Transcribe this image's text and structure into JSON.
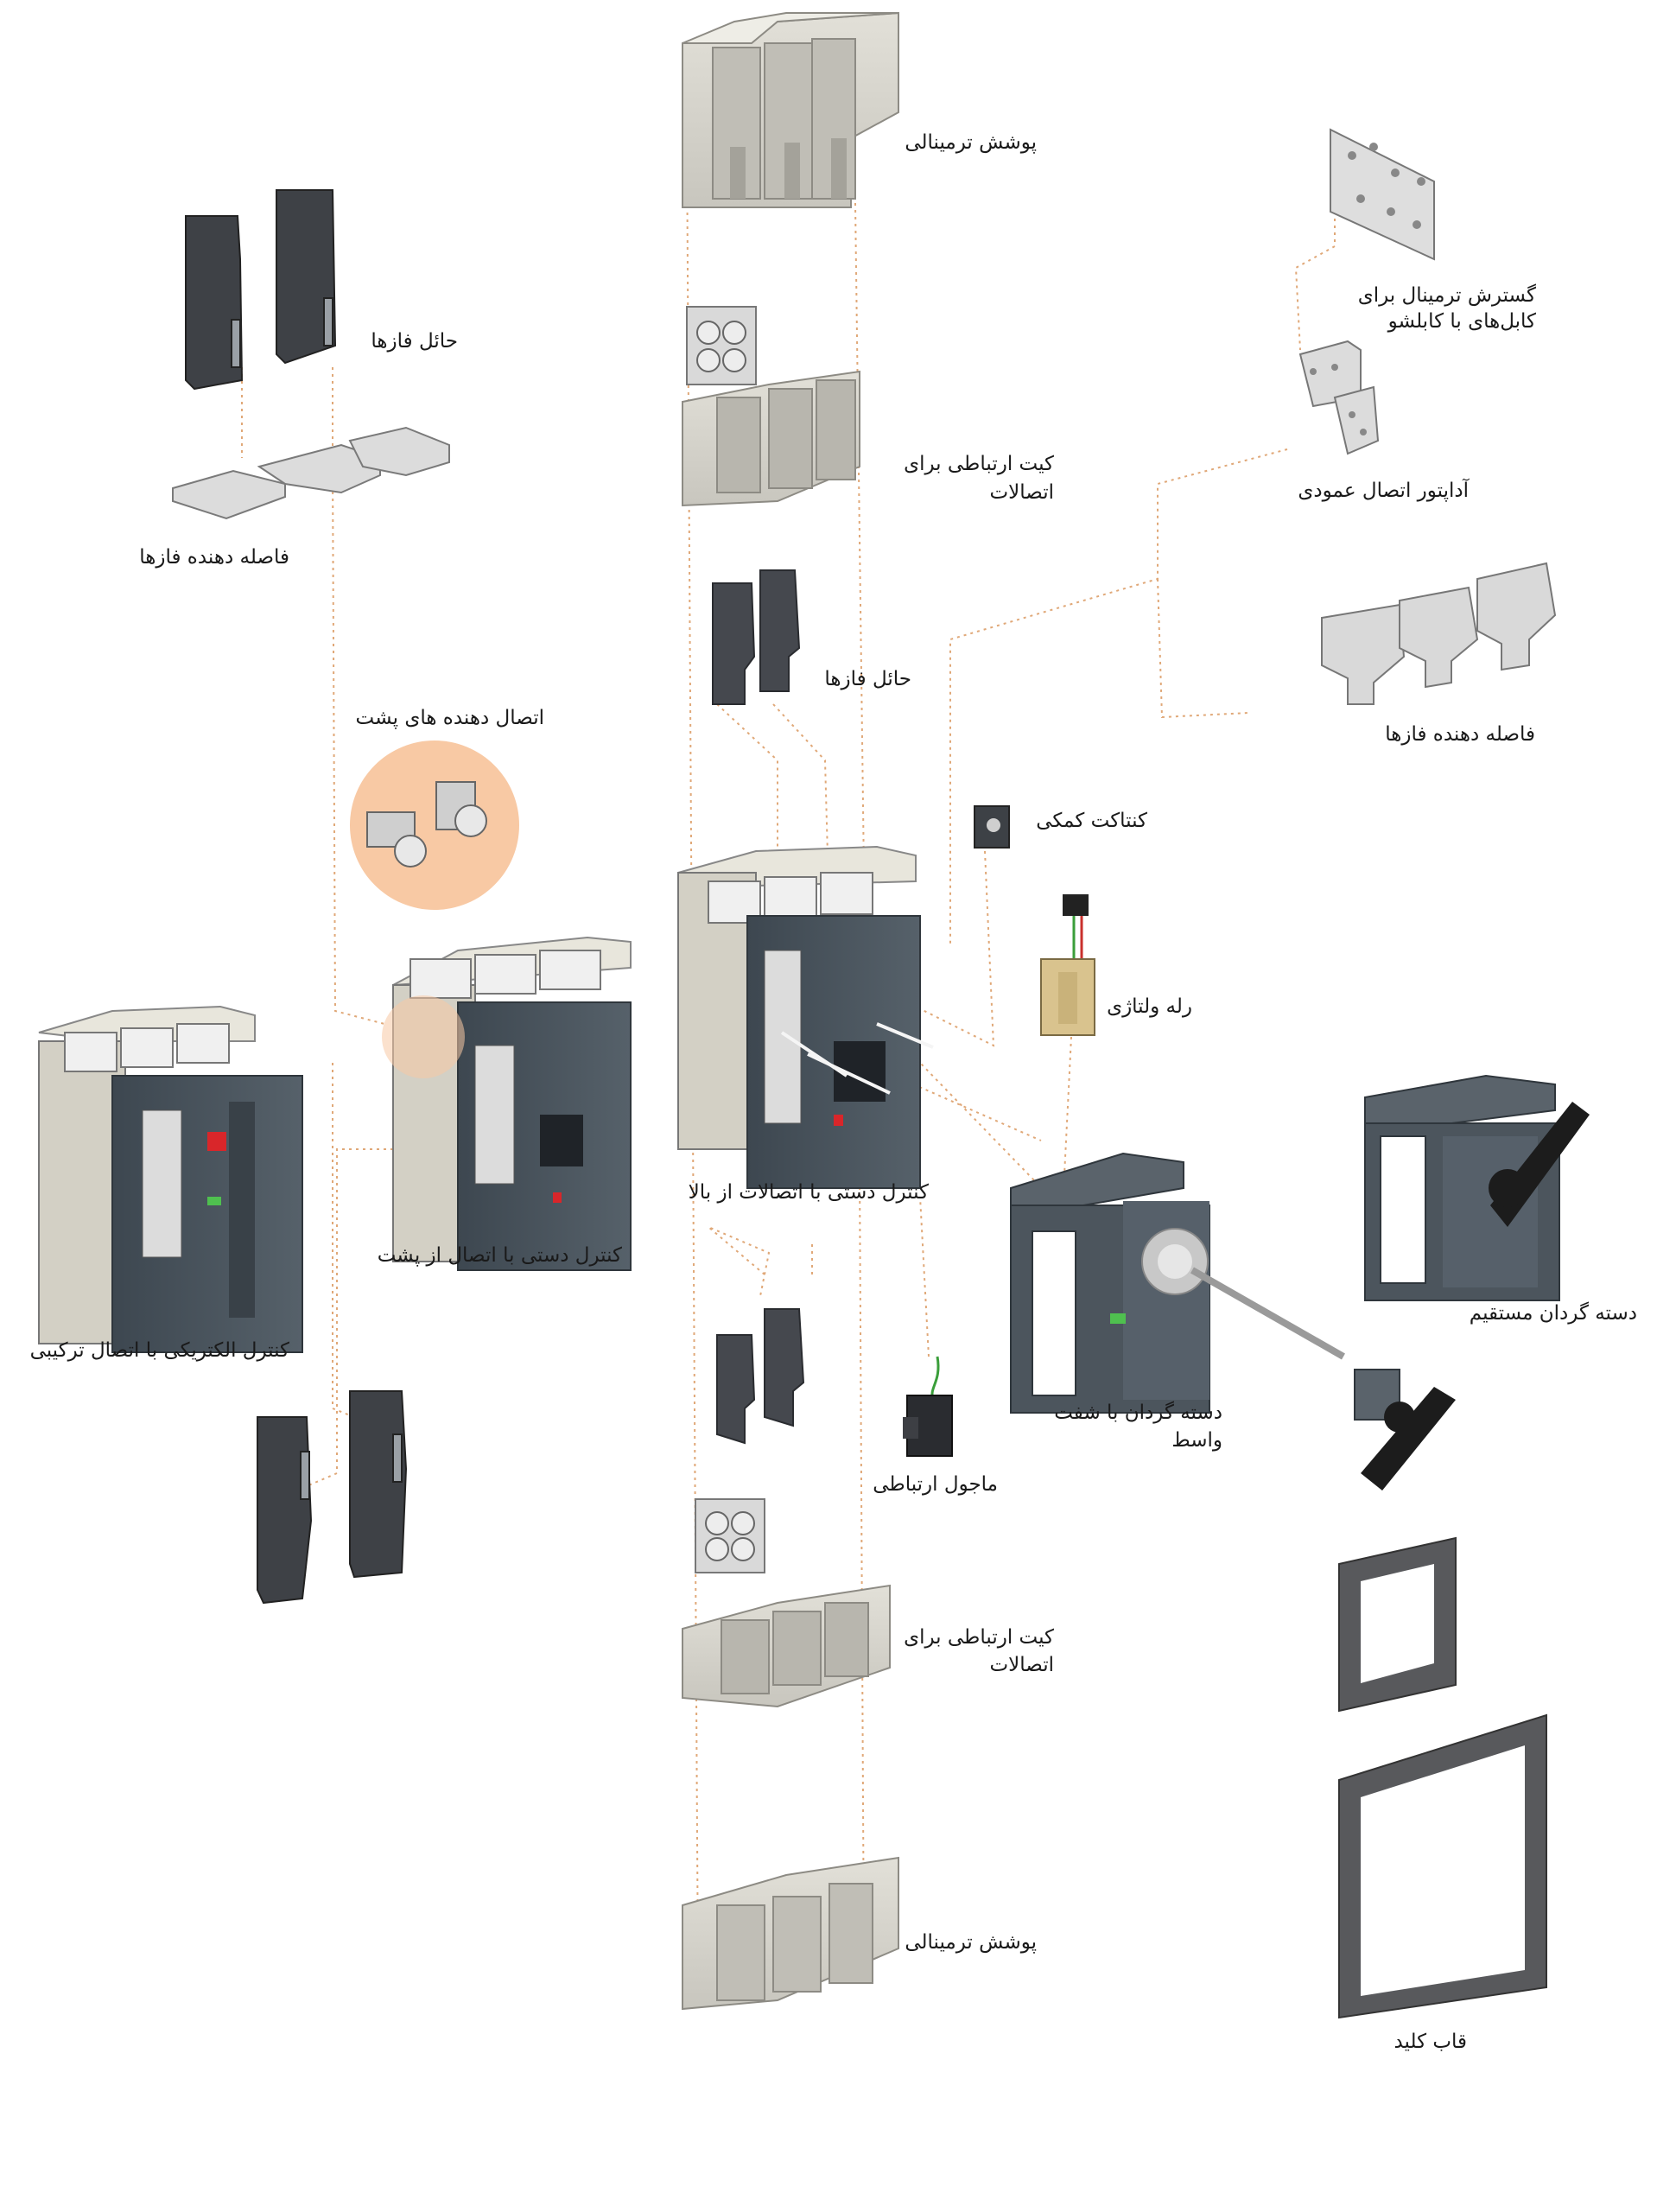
{
  "labels": {
    "terminal_cover_top": "پوشش ترمینالی",
    "terminal_cover_bottom": "پوشش ترمینالی",
    "phase_barrier_left": "حائل فازها",
    "phase_spacer_left": "فاصله دهنده فازها",
    "rear_connectors": "اتصال دهنده های پشت",
    "kit_top_line1": "کیت ارتباطی برای",
    "kit_top_line2": "اتصالات",
    "kit_bottom_line1": "کیت ارتباطی برای",
    "kit_bottom_line2": "اتصالات",
    "phase_barrier_center": "حائل فازها",
    "terminal_ext_line1": "گسترش ترمینال برای",
    "terminal_ext_line2": "کابل‌های با کابلشو",
    "vertical_adapter": "آداپتور اتصال عمودی",
    "phase_spacer_right": "فاصله دهنده فازها",
    "aux_contact": "کنتاکت کمکی",
    "voltage_relay": "رله ولتاژی",
    "manual_front": "کنترل دستی با اتصالات از بالا",
    "manual_rear": "کنترل دستی با اتصال از پشت",
    "electrical_combo": "کنترل الکتریکی با اتصال ترکیبی",
    "ext_handle_line1": "دسته گردان با شفت",
    "ext_handle_line2": "واسط",
    "direct_handle": "دسته گردان مستقیم",
    "comm_module": "ماجول ارتباطی",
    "key_frame": "قاب کلید"
  },
  "colors": {
    "leader": "#e0a878",
    "halo": "#f8c9a4",
    "body_dark": "#4a545d",
    "body_light": "#d6d4cc",
    "barrier": "#3e4146",
    "metal": "#e6e6e6",
    "accent_red": "#d9262a",
    "accent_green": "#4fc04f"
  }
}
